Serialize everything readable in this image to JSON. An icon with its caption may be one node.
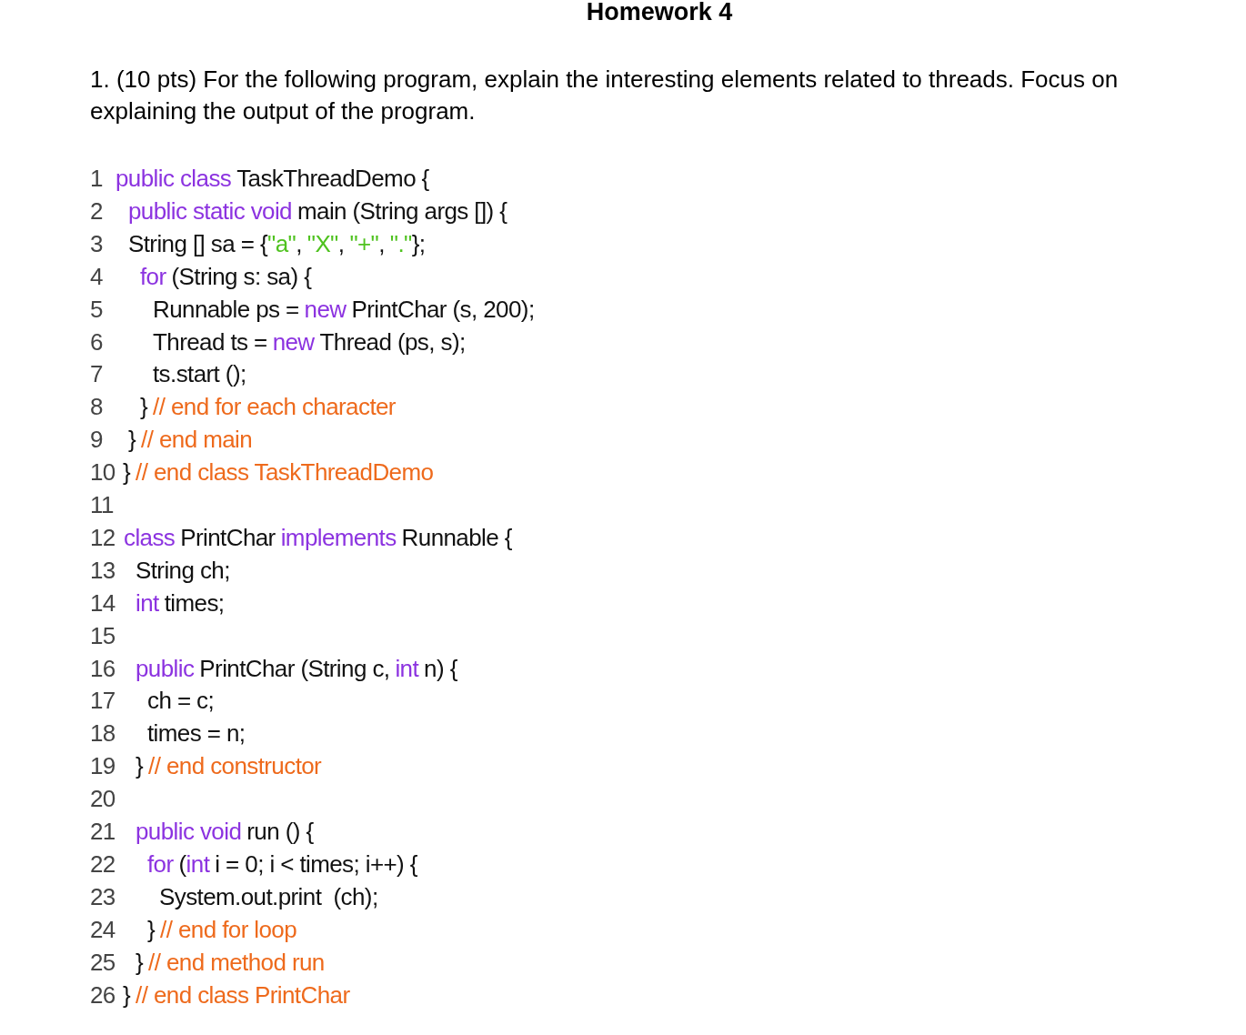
{
  "diagram": {
    "title": "Homework 4",
    "labels": [
      "1. (10 pts) For the following program, explain the interesting elements related to threads. Focus on explaining the output of the program.",
      "1",
      "public class",
      "TaskThreadDemo {",
      "2",
      "public static void",
      "main (String args []) {",
      "3",
      "String [] sa = {",
      "\"a\"",
      ",",
      "\"X\"",
      ",",
      "\"+\"",
      ",",
      "\".\"",
      "};",
      "4",
      "for",
      "(String s: sa) {",
      "5",
      "Runnable ps =",
      "new",
      "PrintChar (s, 200);",
      "6",
      "Thread ts =",
      "new",
      "Thread (ps, s);",
      "7",
      "ts.start ();",
      "8",
      "}",
      "// end for each character",
      "9",
      "}",
      "// end main",
      "10",
      "}",
      "// end class TaskThreadDemo",
      "11",
      "12",
      "class",
      "PrintChar",
      "implements",
      "Runnable {",
      "13",
      "String ch;",
      "14",
      "int",
      "times;",
      "15",
      "16",
      "public",
      "PrintChar (String c,",
      "int",
      "n) {",
      "17",
      "ch = c;",
      "18",
      "times = n;",
      "19",
      "}",
      "// end constructor",
      "20",
      "21",
      "public void",
      "run () {",
      "22",
      "for",
      "(",
      "int",
      "i = 0; i < times; i++) {",
      "23",
      "System.out.print  (ch);",
      "24",
      "}",
      "// end for loop",
      "25",
      "}",
      "// end method run",
      "26",
      "}",
      "// end class PrintChar"
    ]
  }
}
